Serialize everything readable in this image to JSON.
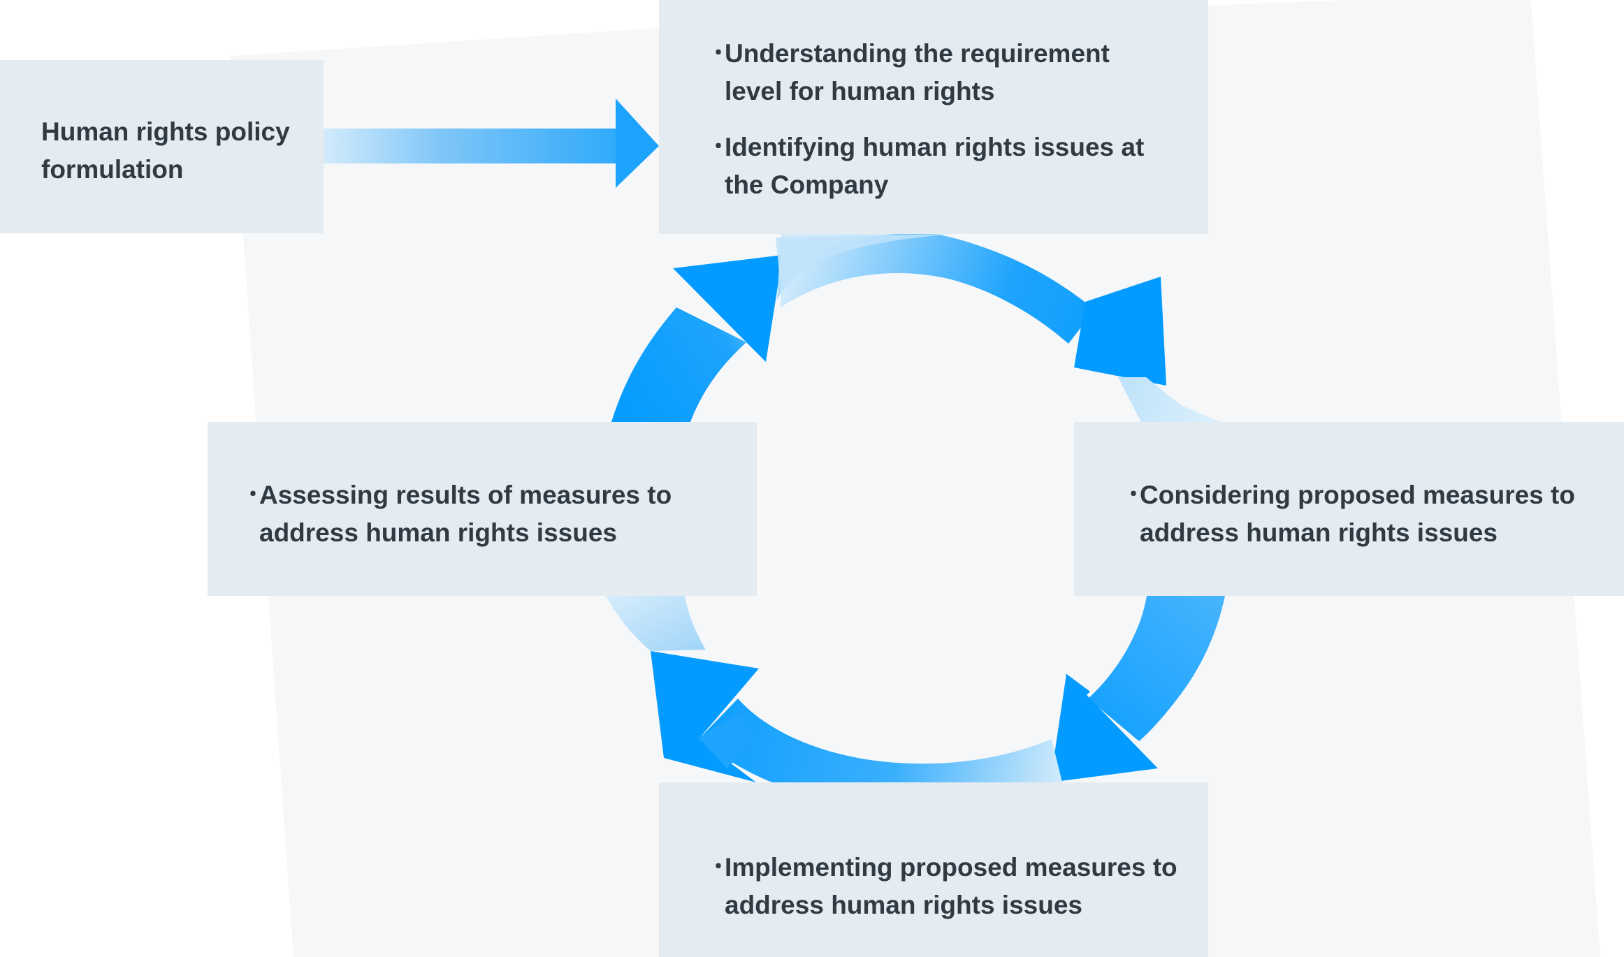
{
  "policy_box": {
    "title": "Human rights policy\nformulation"
  },
  "top_box": {
    "items": [
      "Understanding the requirement\nlevel for human rights",
      "Identifying human rights issues at\nthe Company"
    ]
  },
  "left_box": {
    "items": [
      "Assessing results of measures to\naddress human rights issues"
    ]
  },
  "right_box": {
    "items": [
      "Considering proposed measures to\naddress human rights issues"
    ]
  },
  "bottom_box": {
    "items": [
      "Implementing proposed measures to\naddress human rights issues"
    ]
  },
  "bullet_glyph": "・",
  "colors": {
    "box_fill": "#e4ebf1",
    "panel_fill": "#f6f7f8",
    "arrow_solid": "#039bff",
    "arrow_light": "#d2ebfb",
    "text": "#2f3a43"
  }
}
